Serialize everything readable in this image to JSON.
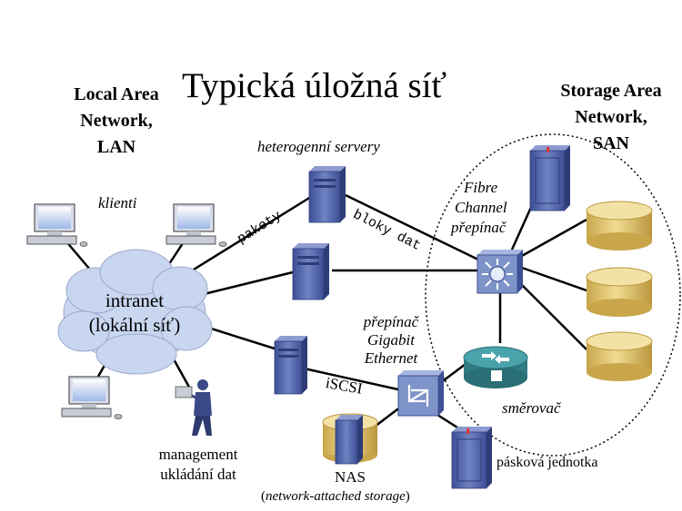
{
  "diagram": {
    "title": "Typická úložná síť",
    "lan_heading": [
      "Local Area",
      "Network,",
      "LAN"
    ],
    "san_heading": [
      "Storage Area",
      "Network,",
      "SAN"
    ],
    "servers_label": "heterogenní servery",
    "clients_label": "klienti",
    "intranet_label": [
      "intranet",
      "(lokální síť)"
    ],
    "packets_label": "pakety",
    "blocks_label": "bloky dat",
    "fc_switch_label": [
      "Fibre",
      "Channel",
      "přepínač"
    ],
    "gbe_switch_label": [
      "přepínač",
      "Gigabit",
      "Ethernet"
    ],
    "iscsi_label": "iSCSI",
    "router_label": "směrovač",
    "management_label": [
      "management",
      "ukládání dat"
    ],
    "nas_label": "NAS",
    "nas_sublabel_pre": "(",
    "nas_sublabel_italic": "network-attached storage",
    "nas_sublabel_post": ")",
    "tape_label": "pásková jednotka"
  },
  "colors": {
    "server_front": "#5c6fb0",
    "server_side": "#2e3c78",
    "server_top": "#8e9bd0",
    "storage_disk": "#e3c66e",
    "storage_disk_shade": "#c7a84a",
    "cloud": "#c9d6ef",
    "router": "#3a8d93",
    "switch": "#7e93c8"
  }
}
